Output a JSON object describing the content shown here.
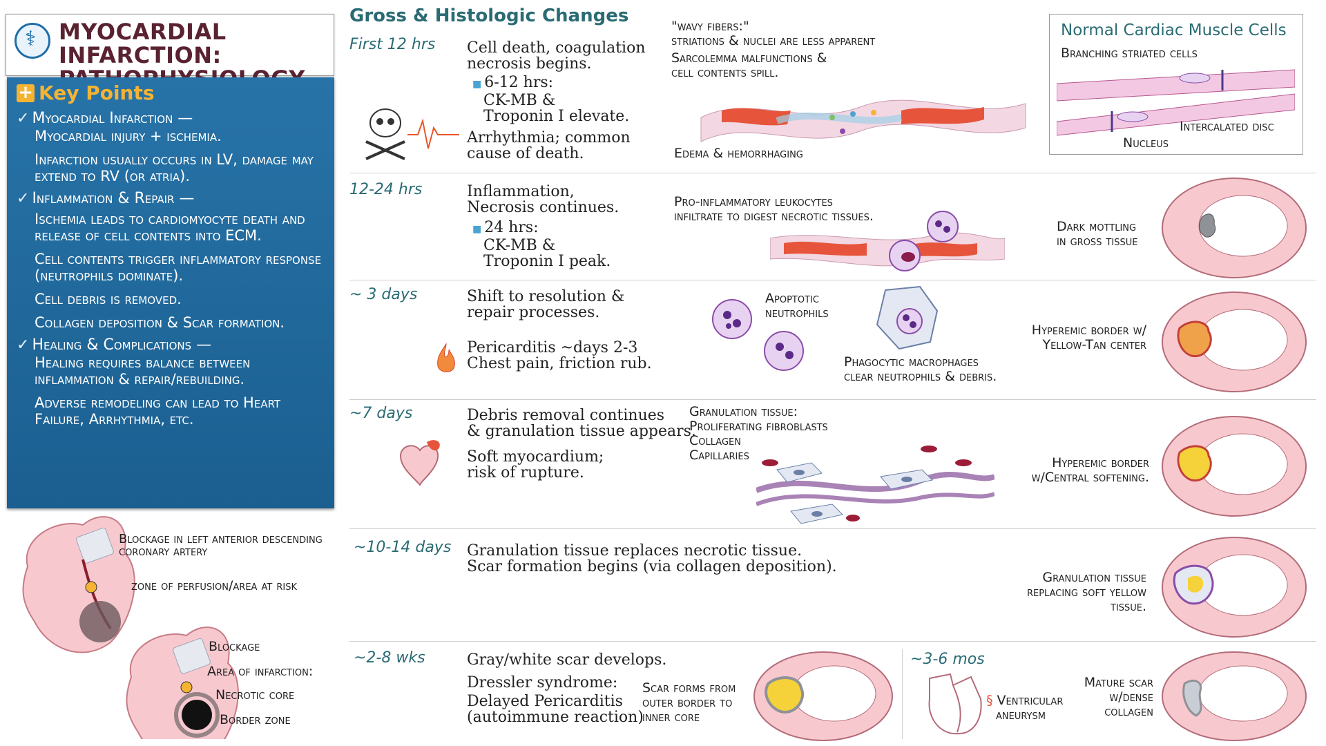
{
  "header": {
    "title_line1": "MYOCARDIAL INFARCTION:",
    "title_line2": "PATHOPHYSIOLOGY"
  },
  "key_points": {
    "heading": "Key Points",
    "items": [
      {
        "main": "Myocardial Infarction —",
        "main2": "Myocardial injury + ischemia.",
        "subs": [
          "Infarction usually occurs in LV, damage may extend to RV (or atria)."
        ]
      },
      {
        "main": "Inflammation & Repair —",
        "main2": "Ischemia leads to cardiomyocyte death and release of cell contents into ECM.",
        "subs": [
          "Cell contents trigger inflammatory response (neutrophils dominate).",
          "Cell debris is removed.",
          "Collagen deposition & Scar formation."
        ]
      },
      {
        "main": "Healing & Complications —",
        "main2": "Healing requires balance between inflammation & repair/rebuilding.",
        "subs": [
          "Adverse remodeling can lead to Heart Failure, Arrhythmia, etc."
        ]
      }
    ]
  },
  "heart_labels": {
    "blockage_lad": "Blockage in left anterior descending coronary artery",
    "zone": "zone of perfusion/area at risk",
    "blockage": "Blockage",
    "area": "Area of infarction:",
    "core": "Necrotic core",
    "border": "Border zone"
  },
  "section_title": "Gross & Histologic Changes",
  "rows": {
    "r1": {
      "time": "First 12 hrs",
      "l1": "Cell death, coagulation",
      "l2": "necrosis begins.",
      "b1": "6-12 hrs:",
      "b2": "CK-MB &",
      "b3": "Troponin I elevate.",
      "l3": "Arrhythmia; common",
      "l4": "cause of death.",
      "h1": "\"wavy fibers:\"",
      "h2": "striations & nuclei are less apparent",
      "h3": "Sarcolemma malfunctions &",
      "h4": "cell contents spill.",
      "h5": "Edema & hemorrhaging"
    },
    "r2": {
      "time": "12-24 hrs",
      "l1": "Inflammation,",
      "l2": "Necrosis continues.",
      "b1": "24 hrs:",
      "b2": "CK-MB &",
      "b3": "Troponin I peak.",
      "h1": "Pro-inflammatory leukocytes",
      "h2": "infiltrate to digest necrotic tissues.",
      "g1": "Dark mottling",
      "g2": "in gross tissue"
    },
    "r3": {
      "time": "~ 3 days",
      "l1": "Shift to resolution &",
      "l2": "repair processes.",
      "l3": "Pericarditis ~days 2-3",
      "l4": "Chest pain, friction rub.",
      "h1": "Apoptotic",
      "h2": "neutrophils",
      "h3": "Phagocytic macrophages",
      "h4": "clear neutrophils & debris.",
      "g1": "Hyperemic border w/",
      "g2": "Yellow-Tan center"
    },
    "r4": {
      "time": "~7 days",
      "l1": "Debris removal continues",
      "l2": "& granulation tissue appears.",
      "l3": "Soft myocardium;",
      "l4": "risk of rupture.",
      "h1": "Granulation tissue:",
      "h2": "Proliferating fibroblasts",
      "h3": "Collagen",
      "h4": "Capillaries",
      "g1": "Hyperemic border",
      "g2": "w/Central softening."
    },
    "r5": {
      "time": "~10-14 days",
      "l1": "Granulation tissue replaces necrotic tissue.",
      "l2": "Scar formation begins (via collagen deposition).",
      "g1": "Granulation tissue",
      "g2": "replacing soft yellow",
      "g3": "tissue."
    },
    "r6": {
      "time": "~2-8 wks",
      "l1": "Gray/white scar develops.",
      "l2": "Dressler syndrome:",
      "l3": "Delayed Pericarditis",
      "l4": "(autoimmune reaction)",
      "h1": "Scar forms from",
      "h2": "outer border to",
      "h3": "inner core",
      "time2": "~3-6 mos",
      "v1": "Ventricular",
      "v2": "aneurysm",
      "m1": "Mature scar",
      "m2": "w/dense",
      "m3": "collagen"
    }
  },
  "normal": {
    "title": "Normal Cardiac Muscle Cells",
    "l1": "Branching striated cells",
    "l2": "Intercalated disc",
    "l3": "Nucleus"
  }
}
